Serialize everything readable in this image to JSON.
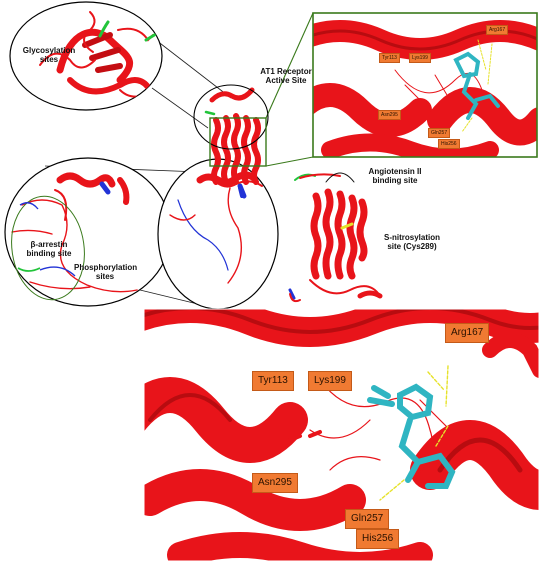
{
  "labels": {
    "glycosylation": "Glycosylation\nsites",
    "at1_active_site": "AT1 Receptor\nActive Site",
    "angiotensin_binding": "Angiotensin II\nbinding site",
    "s_nitrosylation": "S-nitrosylation\nsite (Cys289)",
    "beta_arrestin": "β-arrestin\nbinding site",
    "phosphorylation": "Phosphorylation\nsites"
  },
  "small_inset_residues": [
    "Tyr113",
    "Lys199",
    "Arg167",
    "Asn295",
    "Gln257",
    "His256"
  ],
  "large_inset_residues": [
    "Arg167",
    "Tyr113",
    "Lys199",
    "Asn295",
    "Gln257",
    "His256"
  ],
  "colors": {
    "helix": "#e8141a",
    "helix_dark": "#b80c10",
    "ligand": "#2fb5c2",
    "hbond": "#e6e22a",
    "residue_box": "#f07a32",
    "inset_border": "#3a7a1c",
    "circle_line": "#000000",
    "glyco_green": "#22c43a",
    "phospho_blue": "#2233d6"
  }
}
